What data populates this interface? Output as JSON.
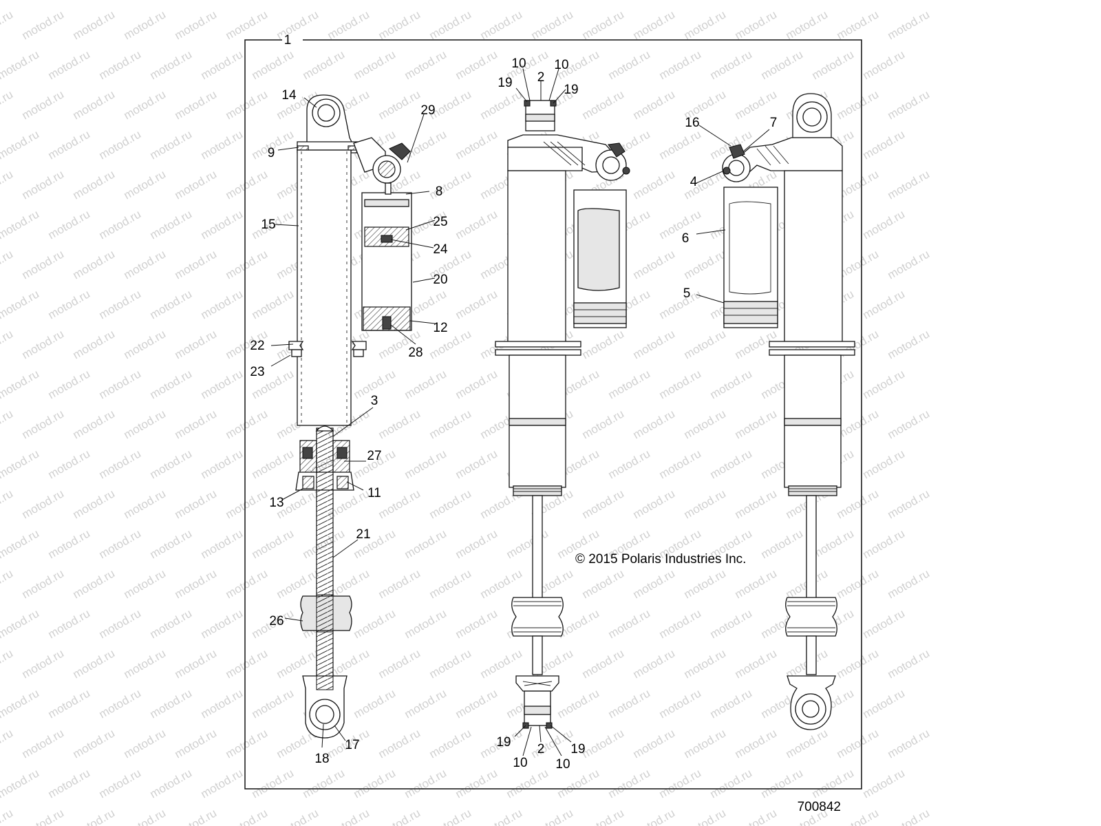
{
  "watermark": "motod.ru",
  "frame_callout": "1",
  "copyright": "© 2015 Polaris Industries Inc.",
  "document_number": "700842",
  "callouts": {
    "c1": "1",
    "c2a": "2",
    "c2b": "2",
    "c3": "3",
    "c4": "4",
    "c5": "5",
    "c6": "6",
    "c7": "7",
    "c8": "8",
    "c9": "9",
    "c10a": "10",
    "c10b": "10",
    "c10c": "10",
    "c10d": "10",
    "c11": "11",
    "c12": "12",
    "c13": "13",
    "c14": "14",
    "c15": "15",
    "c16": "16",
    "c17": "17",
    "c18": "18",
    "c19a": "19",
    "c19b": "19",
    "c19c": "19",
    "c19d": "19",
    "c20": "20",
    "c21": "21",
    "c22": "22",
    "c23": "23",
    "c24": "24",
    "c25": "25",
    "c26": "26",
    "c27": "27",
    "c28": "28",
    "c29": "29"
  }
}
